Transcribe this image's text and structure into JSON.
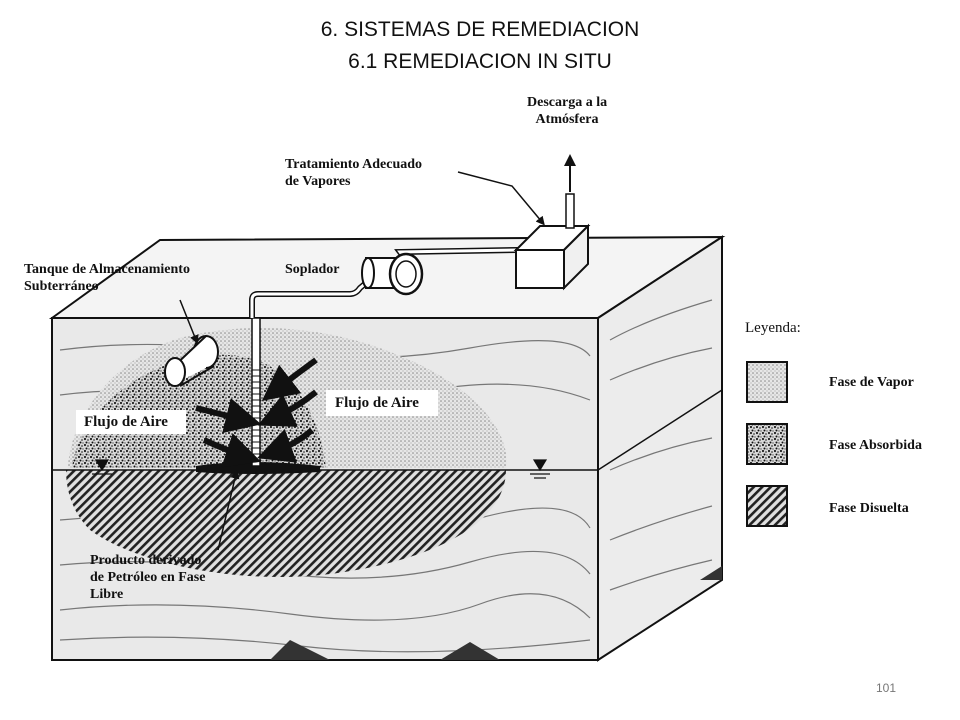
{
  "slide": {
    "title_line1": "6. SISTEMAS DE REMEDIACION",
    "title_line2": "6.1 REMEDIACION IN SITU",
    "page_number": "101"
  },
  "diagram": {
    "labels": {
      "discharge_line1": "Descarga a la",
      "discharge_line2": "Atmósfera",
      "treatment_line1": "Tratamiento Adecuado",
      "treatment_line2": "de Vapores",
      "tank_line1": "Tanque de Almacenamiento",
      "tank_line2": "Subterráneo",
      "blower": "Soplador",
      "airflow_left": "Flujo de Aire",
      "airflow_right": "Flujo de Aire",
      "product_line1": "Producto derivado",
      "product_line2": "de Petróleo en Fase",
      "product_line3": "Libre"
    },
    "legend": {
      "title": "Leyenda:",
      "items": [
        {
          "label": "Fase de Vapor",
          "pattern": "dots"
        },
        {
          "label": "Fase Absorbida",
          "pattern": "speckle"
        },
        {
          "label": "Fase Disuelta",
          "pattern": "hatch"
        }
      ]
    }
  }
}
